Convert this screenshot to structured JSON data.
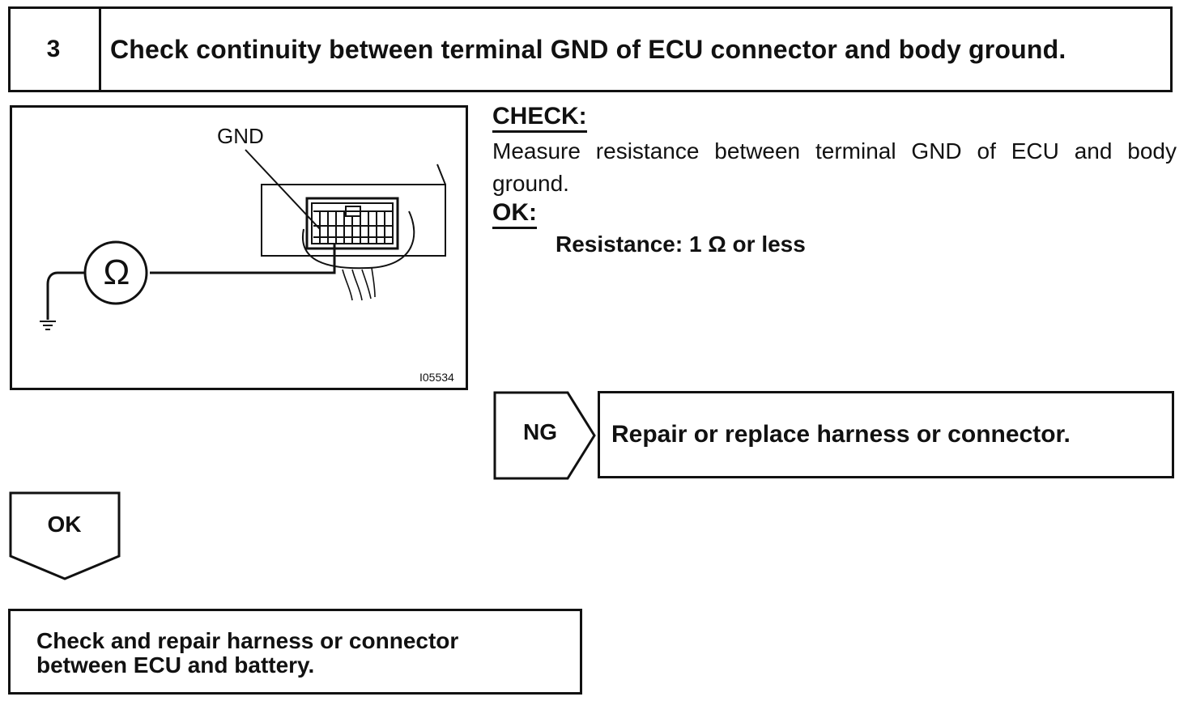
{
  "step": {
    "number": "3",
    "title": "Check continuity between terminal GND of ECU connector and body ground."
  },
  "figure": {
    "gnd_label": "GND",
    "ohm_symbol": "Ω",
    "figure_code": "I05534",
    "icons": [
      "ohmmeter-icon",
      "ground-symbol-icon",
      "ecu-connector-icon"
    ]
  },
  "check": {
    "heading": "CHECK:",
    "text": "Measure resistance between terminal GND of ECU and body ground."
  },
  "ok": {
    "heading": "OK:",
    "spec": "Resistance: 1 Ω or less"
  },
  "ng_branch": {
    "label": "NG",
    "action": "Repair or replace harness or connector."
  },
  "ok_branch": {
    "label": "OK"
  },
  "next_step": {
    "line1": "Check and repair harness or connector",
    "line2": "between ECU and battery."
  }
}
